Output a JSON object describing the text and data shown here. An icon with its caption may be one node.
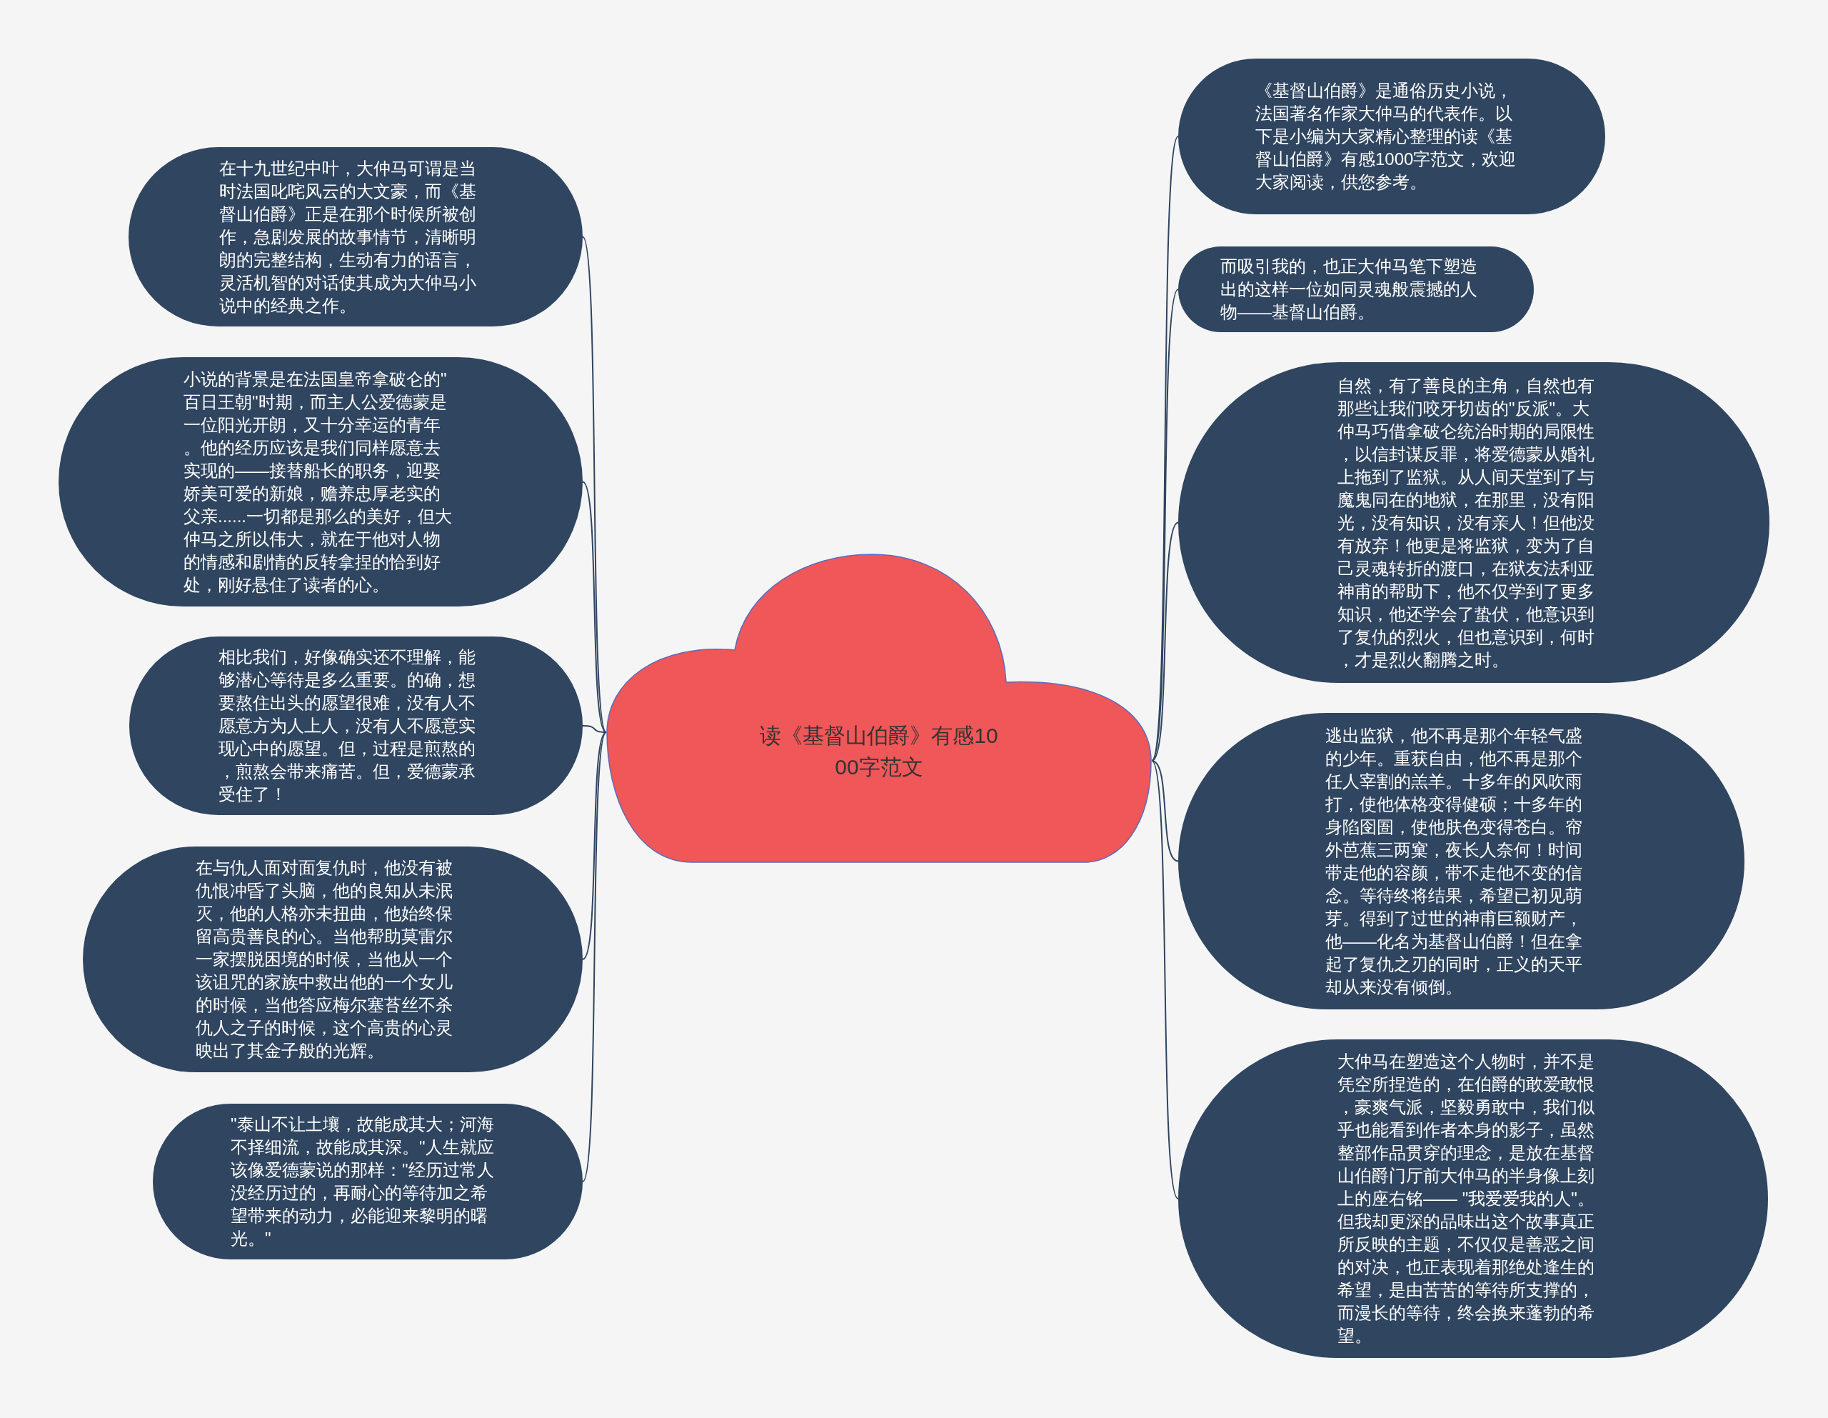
{
  "diagram": {
    "nodes": [
      {
        "text": [
          "读《基督山伯爵》有感1000字范文"
        ]
      },
      {
        "text": [
          "在十九世纪中叶，大仲马可谓是当时法国叱咤风云的大文豪，而《基督山伯爵》正是在那个时候所被创作，急剧发展的故事情节，清晰明朗的完整结构，生动有力的语言，灵活机智的对话使其成为大仲马小说中的经典之作。"
        ]
      },
      {
        "text": [
          "小说的背景是在法国皇帝拿破仑的\"百日王朝\"时期，而主人公爱德蒙是一位阳光开朗，又十分幸运的青年。他的经历应该是我们同样愿意去实现的——接替船长的职务，迎娶娇美可爱的新娘，赡养忠厚老实的父亲......一切都是那么的美好，但大仲马之所以伟大，就在于他对人物的情感和剧情的反转拿捏的恰到好处，刚好悬住了读者的心。"
        ]
      },
      {
        "text": [
          "相比我们，好像确实还不理解，能够潜心等待是多么重要。的确，想要熬住出头的愿望很难，没有人不愿意方为人上人，没有人不愿意实现心中的愿望。但，过程是煎熬的，煎熬会带来痛苦。但，爱德蒙承受住了！"
        ]
      },
      {
        "text": [
          "在与仇人面对面复仇时，他没有被仇恨冲昏了头脑，他的良知从未泯灭，他的人格亦未扭曲，他始终保留高贵善良的心。当他帮助莫雷尔一家摆脱困境的时候，当他从一个该诅咒的家族中救出他的一个女儿的时候，当他答应梅尔塞苔丝不杀仇人之子的时候，这个高贵的心灵映出了其金子般的光辉。"
        ]
      },
      {
        "text": [
          "\"泰山不让土壤，故能成其大；河海不择细流，故能成其深。\"人生就应该像爱德蒙说的那样：\"经历过常人没经历过的，再耐心的等待加之希望带来的动力，必能迎来黎明的曙光。\""
        ]
      },
      {
        "text": [
          "《基督山伯爵》是通俗历史小说，法国著名作家大仲马的代表作。以下是小编为大家精心整理的读《基督山伯爵》有感1000字范文，欢迎大家阅读，供您参考。"
        ]
      },
      {
        "text": [
          "而吸引我的，也正大仲马笔下塑造出的这样一位如同灵魂般震撼的人物——基督山伯爵。"
        ]
      },
      {
        "text": [
          "自然，有了善良的主角，自然也有那些让我们咬牙切齿的\"反派\"。大仲马巧借拿破仑统治时期的局限性，以信封谋反罪，将爱德蒙从婚礼上拖到了监狱。从人间天堂到了与魔鬼同在的地狱，在那里，没有阳光，没有知识，没有亲人！但他没有放弃！他更是将监狱，变为了自己灵魂转折的渡口，在狱友法利亚神甫的帮助下，他不仅学到了更多知识，他还学会了蛰伏，他意识到了复仇的烈火，但也意识到，何时，才是烈火翻腾之时。"
        ]
      },
      {
        "text": [
          "逃出监狱，他不再是那个年轻气盛的少年。重获自由，他不再是那个任人宰割的羔羊。十多年的风吹雨打，使他体格变得健硕；十多年的身陷囹圄，使他肤色变得苍白。帘外芭蕉三两窠，夜长人奈何！时间带走他的容颜，带不走他不变的信念。等待终将结果，希望已初见萌芽。得到了过世的神甫巨额财产，他——化名为基督山伯爵！但在拿起了复仇之刃的同时，正义的天平却从来没有倾倒。"
        ]
      },
      {
        "text": [
          "大仲马在塑造这个人物时，并不是凭空所捏造的，在伯爵的敢爱敢恨，豪爽气派，坚毅勇敢中，我们似乎也能看到作者本身的影子，虽然整部作品贯穿的理念，是放在基督山伯爵门厅前大仲马的半身像上刻上的座右铭—— \"我爱爱我的人\"。但我却更深的品味出这个故事真正所反映的主题，不仅仅是善恶之间的对决，也正表现着那绝处逢生的希望，是由苦苦的等待所支撑的，而漫长的等待，终会换来蓬勃的希望。"
        ]
      }
    ],
    "edges": [
      {
        "from": 0,
        "to": 1,
        "arrow": "none"
      },
      {
        "from": 0,
        "to": 2,
        "arrow": "none"
      },
      {
        "from": 0,
        "to": 3,
        "arrow": "none"
      },
      {
        "from": 0,
        "to": 4,
        "arrow": "none"
      },
      {
        "from": 0,
        "to": 5,
        "arrow": "none"
      },
      {
        "from": 0,
        "to": 6,
        "arrow": "none"
      },
      {
        "from": 0,
        "to": 7,
        "arrow": "none"
      },
      {
        "from": 0,
        "to": 8,
        "arrow": "none"
      },
      {
        "from": 0,
        "to": 9,
        "arrow": "none"
      },
      {
        "from": 0,
        "to": 10,
        "arrow": "none"
      }
    ]
  }
}
